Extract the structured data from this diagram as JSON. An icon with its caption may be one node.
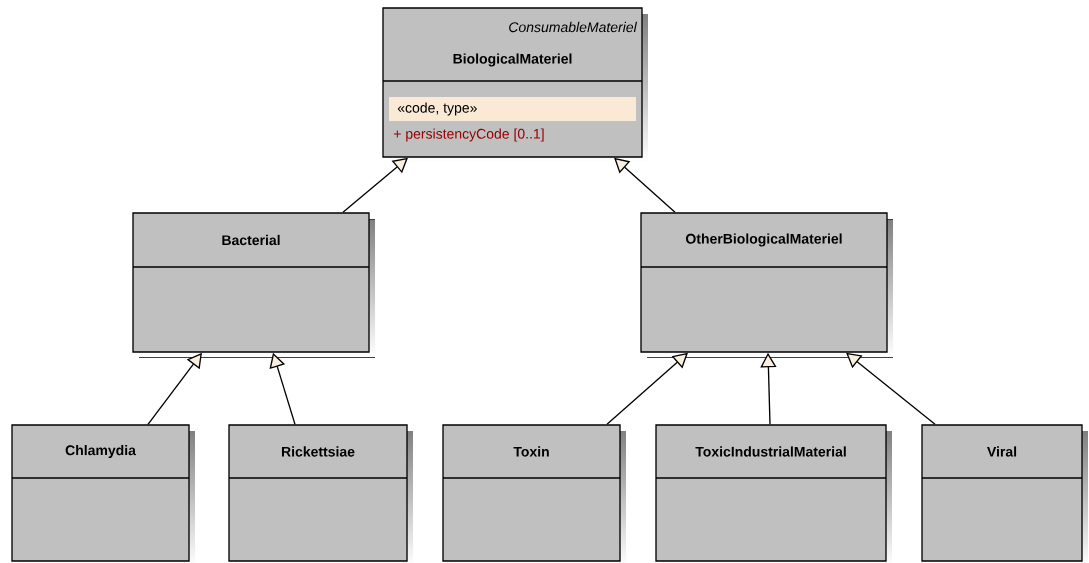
{
  "diagram": {
    "nodes": [
      {
        "text": [
          "ConsumableMateriel",
          "BiologicalMateriel",
          "«code, type»",
          "+ persistencyCode [0..1]"
        ]
      },
      {
        "text": [
          "Bacterial"
        ]
      },
      {
        "text": [
          "OtherBiologicalMateriel"
        ]
      },
      {
        "text": [
          "Chlamydia"
        ]
      },
      {
        "text": [
          "Rickettsiae"
        ]
      },
      {
        "text": [
          "Toxin"
        ]
      },
      {
        "text": [
          "ToxicIndustrialMaterial"
        ]
      },
      {
        "text": [
          "Viral"
        ]
      }
    ],
    "edges": [
      {
        "from": 1,
        "to": 0,
        "arrow": "to"
      },
      {
        "from": 2,
        "to": 0,
        "arrow": "to"
      },
      {
        "from": 3,
        "to": 1,
        "arrow": "to"
      },
      {
        "from": 4,
        "to": 1,
        "arrow": "to"
      },
      {
        "from": 5,
        "to": 2,
        "arrow": "to"
      },
      {
        "from": 6,
        "to": 2,
        "arrow": "to"
      },
      {
        "from": 7,
        "to": 2,
        "arrow": "to"
      }
    ]
  }
}
